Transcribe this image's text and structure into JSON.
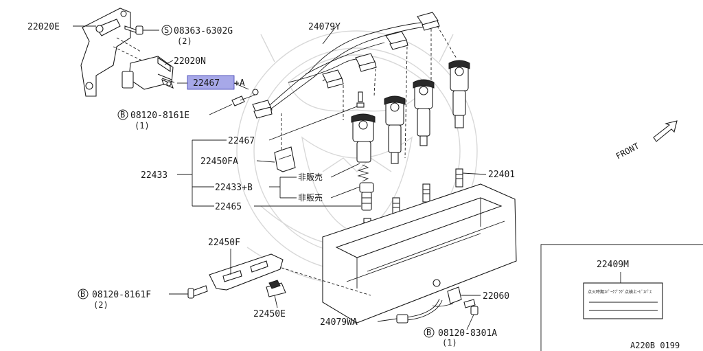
{
  "diagram": {
    "watermark_icon": "samurai-watermark",
    "highlight_color": "#a7a8e8",
    "labels": {
      "p22020E": "22020E",
      "p08363": "08363-6302G",
      "p08363_qty": "(2)",
      "p24079Y": "24079Y",
      "p22020N": "22020N",
      "p22467_hl": "22467",
      "p22467_hl_suffix": "+A",
      "p08120E": "08120-8161E",
      "p08120E_qty": "(1)",
      "p22467": "22467",
      "p22450FA": "22450FA",
      "p22433": "22433",
      "p22433B": "22433+B",
      "not_for_sale_1": "非販売",
      "not_for_sale_2": "非販売",
      "p22465": "22465",
      "p22401": "22401",
      "front": "FRONT",
      "p22450F": "22450F",
      "p08120F": "08120-8161F",
      "p08120F_qty": "(2)",
      "p22450E": "22450E",
      "p22060": "22060",
      "p24079WA": "24079WA",
      "p08120A": "08120-8301A",
      "p08120A_qty": "(1)",
      "p22409M": "22409M",
      "label_card_text": "点火時期ｽﾊﾟｰｸﾌﾟﾗｸﾞ点検上ｰﾋﾞｽﾊﾟｽ",
      "catalog_code": "A220B 0199",
      "bolt_mark_S": "S",
      "bolt_mark_B1": "B",
      "bolt_mark_B2": "B",
      "bolt_mark_B3": "B"
    }
  }
}
